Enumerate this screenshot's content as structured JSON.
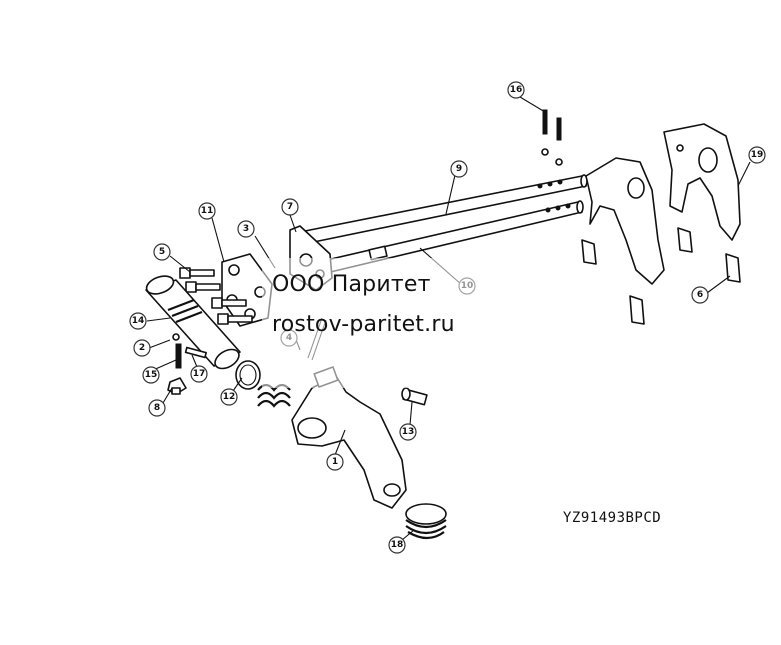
{
  "diagram": {
    "code": "YZ91493BPCD",
    "callouts": [
      "1",
      "2",
      "3",
      "4",
      "5",
      "6",
      "7",
      "8",
      "9",
      "10",
      "11",
      "12",
      "13",
      "14",
      "15",
      "16",
      "17",
      "18",
      "19"
    ]
  },
  "watermark": {
    "line1": "ООО Паритет",
    "line2": "rostov-paritet.ru"
  }
}
